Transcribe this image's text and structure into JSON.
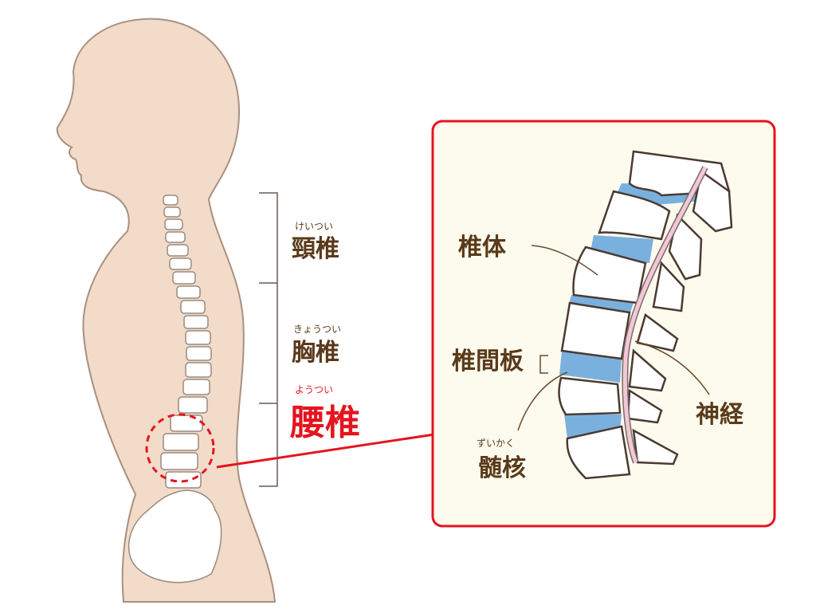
{
  "colors": {
    "skin": "#f2dcc9",
    "skin_outline": "#a89080",
    "accent_red": "#e5141e",
    "inset_bg": "#fdfbee",
    "disc_blue": "#7ab0de",
    "nerve_pink": "#f2c8d6",
    "label_brown": "#5a3a1a"
  },
  "regions": [
    {
      "name": "頸椎",
      "ruby": "けいつい"
    },
    {
      "name": "胸椎",
      "ruby": "きょうつい"
    },
    {
      "name": "腰椎",
      "ruby": "ようつい",
      "highlighted": true
    }
  ],
  "inset": {
    "vertebral_body": "椎体",
    "disc": "椎間板",
    "nucleus": "髄核",
    "nucleus_ruby": "ずいかく",
    "nerve": "神経"
  }
}
